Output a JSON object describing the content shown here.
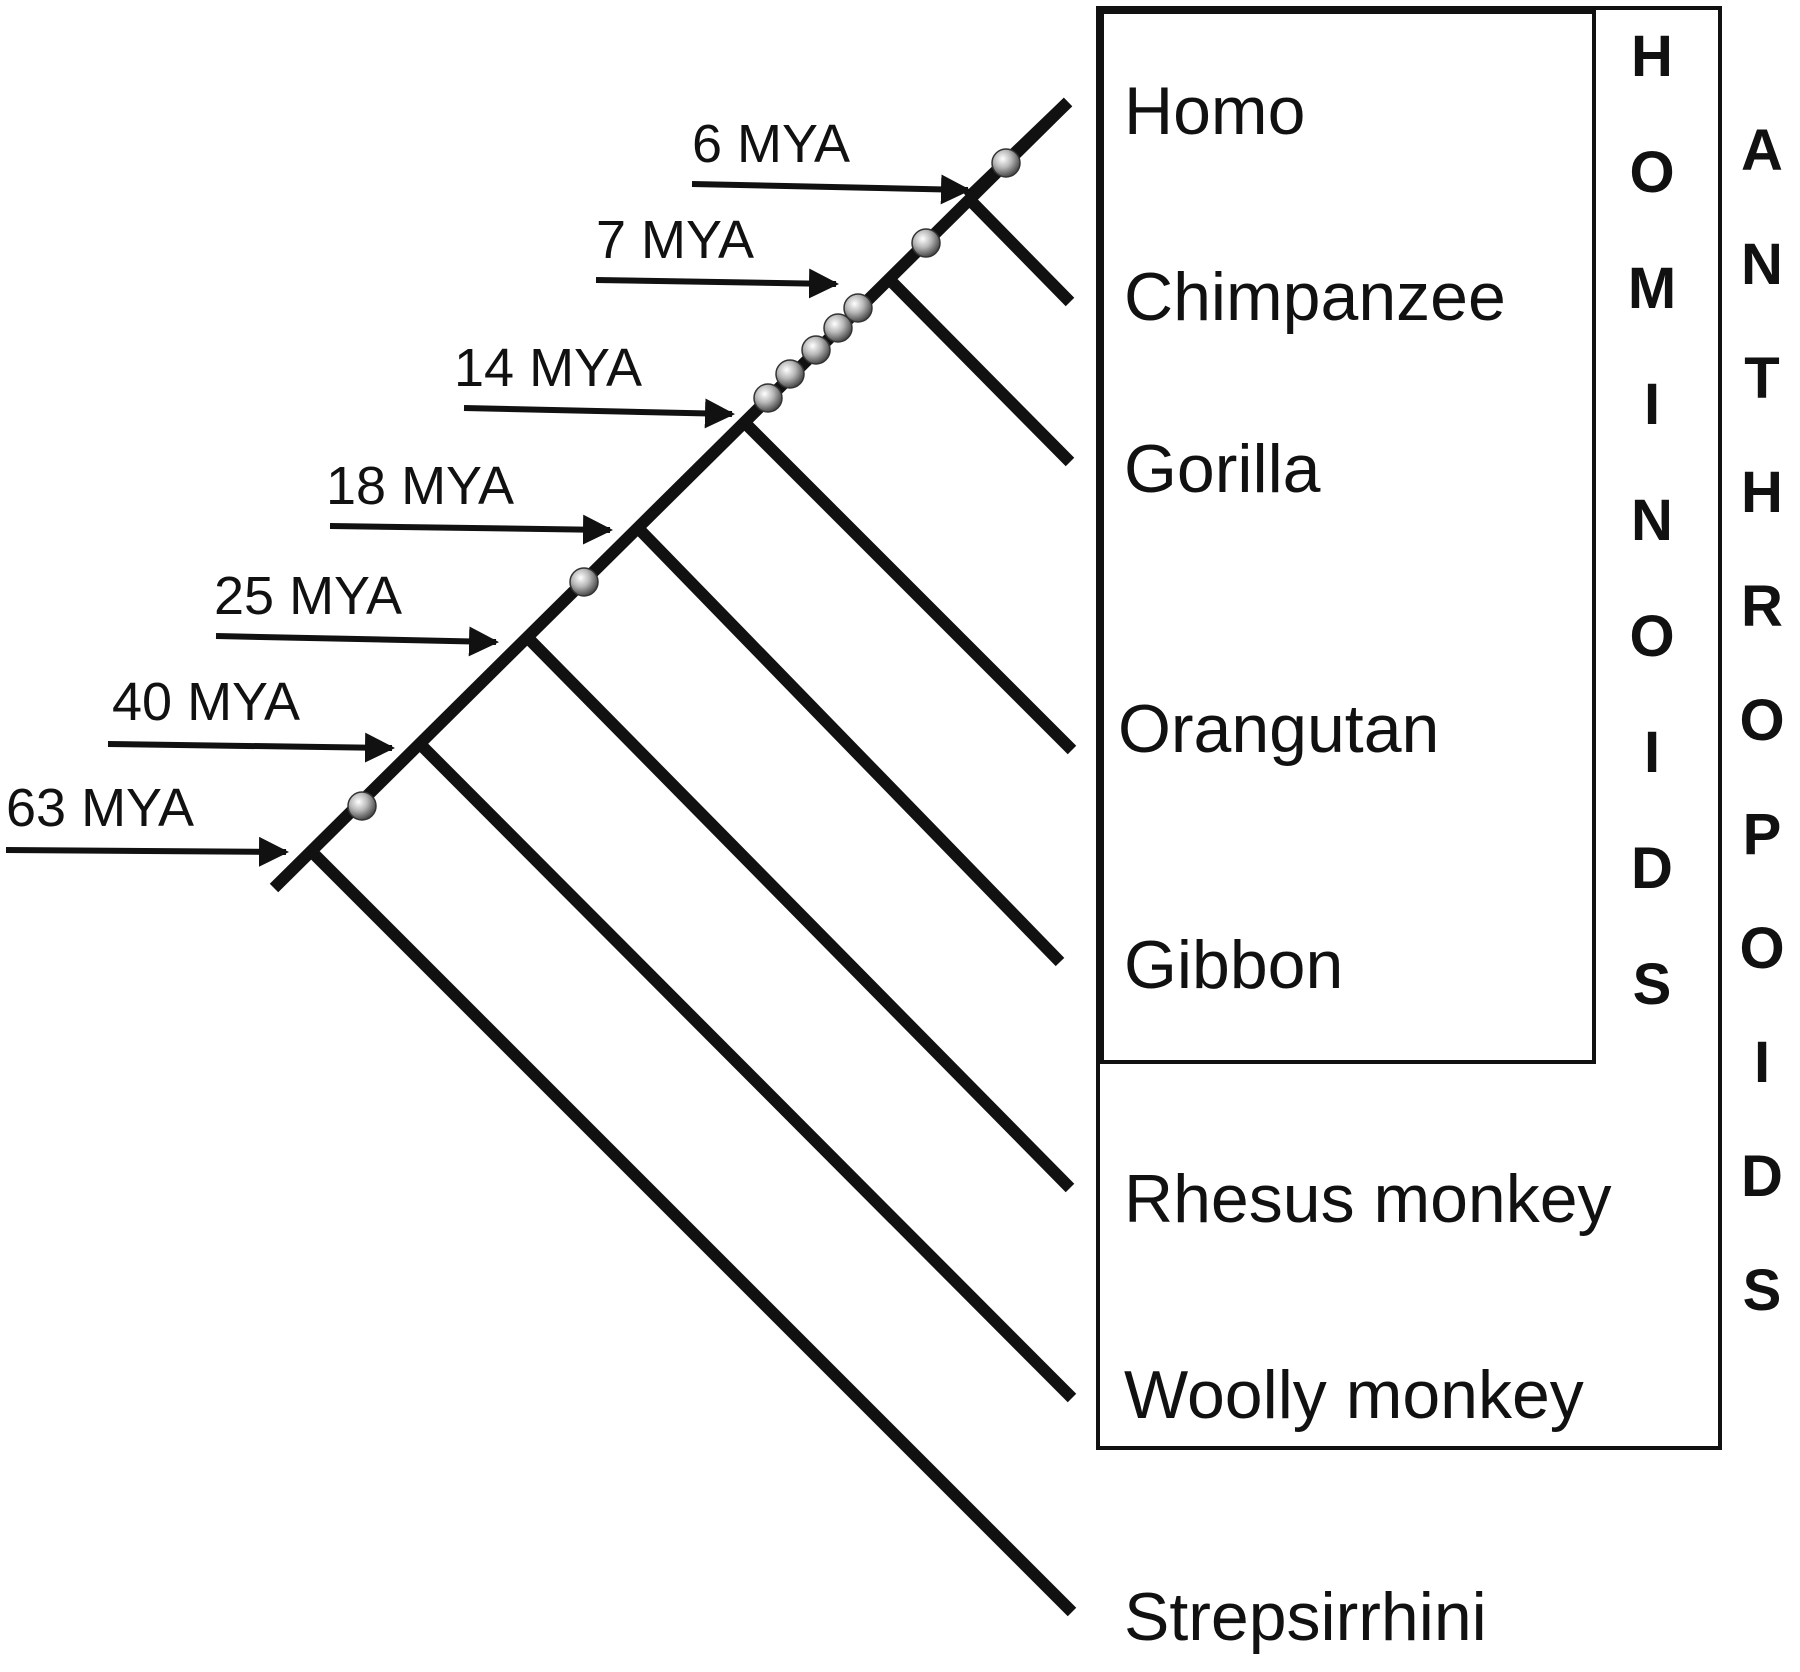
{
  "times": [
    "6 MYA",
    "7 MYA",
    "14 MYA",
    "18 MYA",
    "25 MYA",
    "40 MYA",
    "63 MYA"
  ],
  "taxa": [
    "Homo",
    "Chimpanzee",
    "Gorilla",
    "Orangutan",
    "Gibbon",
    "Rhesus monkey",
    "Woolly monkey",
    "Strepsirrhini"
  ],
  "groups": {
    "hominoids": "HOMINOIDS",
    "anthropoids": "ANTHROPOIDS"
  },
  "colors": {
    "line": "#111111",
    "bead": "#9a9a9a",
    "background": "#ffffff"
  },
  "icons": {
    "arrow": "arrow-right-icon",
    "bead": "mutation-bead-icon"
  }
}
